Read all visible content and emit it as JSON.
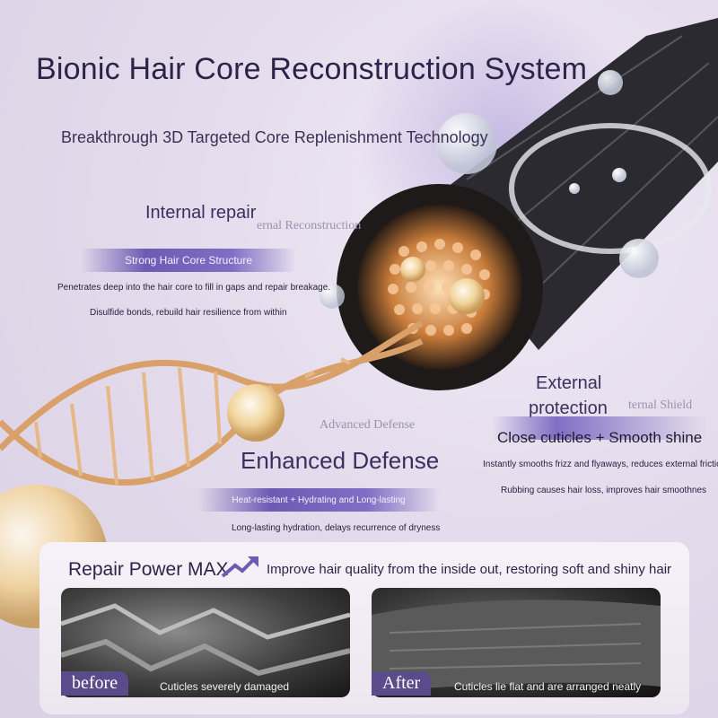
{
  "title": "Bionic Hair Core Reconstruction System",
  "subtitle": "Breakthrough 3D Targeted Core Replenishment Technology",
  "internal": {
    "heading": "Internal repair",
    "ghost_label": "ernal Reconstruction",
    "bar_label": "Strong Hair Core Structure",
    "line1": "Penetrates deep into the hair core to fill in gaps and repair breakage.",
    "line2": "Disulfide bonds, rebuild hair resilience from within"
  },
  "external": {
    "heading_line1": "External",
    "heading_line2": "protection",
    "ghost_label": "ternal Shield",
    "bar_label": "Close cuticles + Smooth shine",
    "line1": "Instantly smooths frizz and flyaways, reduces external friction",
    "line2": "Rubbing causes hair loss, improves hair smoothnes"
  },
  "defense": {
    "ghost_label": "Advanced Defense",
    "heading": "Enhanced Defense",
    "bar_label": "Heat-resistant + Hydrating and Long-lasting",
    "line1": "Long-lasting hydration, delays recurrence of dryness"
  },
  "repair": {
    "heading": "Repair Power MAX",
    "tagline": "Improve hair quality from the inside out, restoring soft and shiny hair"
  },
  "before": {
    "badge": "before",
    "caption": "Cuticles severely damaged"
  },
  "after": {
    "badge": "After",
    "caption": "Cuticles lie flat and are arranged neatly"
  },
  "icons": [
    "arrow-up-icon"
  ],
  "colors": {
    "accent": "#6d5bb3",
    "dark": "#2c2448"
  }
}
